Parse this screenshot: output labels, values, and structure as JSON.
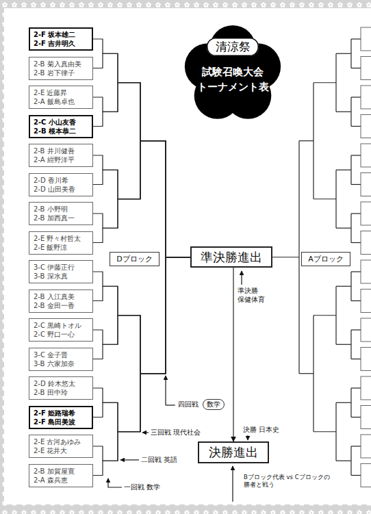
{
  "diagram": {
    "nodes": [
      {
        "text": [
          "試験召喚大会",
          "トーナメント表"
        ]
      },
      {
        "text": [
          "清涼祭"
        ],
        "in": 0
      },
      {
        "text": [
          "2-F 坂本雄二",
          "2-F 吉井明久"
        ]
      },
      {
        "text": [
          "2-B 菊入真由美",
          "2-B 岩下律子"
        ]
      },
      {
        "text": [
          "2-E 近藤昇",
          "2-A 飯島卓也"
        ]
      },
      {
        "text": [
          "2-C 小山友香",
          "2-B 根本恭二"
        ]
      },
      {
        "text": [
          "2-B 井川健吾",
          "2-A 紺野洋平"
        ]
      },
      {
        "text": [
          "2-D 香川希",
          "2-D 山田美香"
        ]
      },
      {
        "text": [
          "2-B 小野明",
          "2-B 加西真一"
        ]
      },
      {
        "text": [
          "2-E 野々村哲太",
          "2-E 飯野涼"
        ]
      },
      {
        "text": [
          "3-C 伊藤正行",
          "3-B 深水真"
        ]
      },
      {
        "text": [
          "2-B 入江真美",
          "2-B 金田一香"
        ]
      },
      {
        "text": [
          "2-C 黒崎トオル",
          "2-C 野口一心"
        ]
      },
      {
        "text": [
          "3-C 金子晋",
          "3-B 六家加奈"
        ]
      },
      {
        "text": [
          "2-D 鈴木悠太",
          "2-B 田中玲"
        ]
      },
      {
        "text": [
          "2-F 姫路瑞希",
          "2-F 島田美波"
        ]
      },
      {
        "text": [
          "2-E 古河あゆみ",
          "2-E 花井大"
        ]
      },
      {
        "text": [
          "2-B 加賀屋寛",
          "2-A 森兵恵"
        ]
      },
      {
        "text": [
          "Dブロック"
        ]
      },
      {
        "text": [
          "準決勝進出"
        ]
      },
      {
        "text": [
          "Aブロック"
        ]
      },
      {
        "text": [
          "数学"
        ]
      },
      {
        "text": [
          "決勝進出"
        ]
      }
    ],
    "edges": [
      {
        "from": 2,
        "to": 19,
        "arrow": "none"
      },
      {
        "from": 3,
        "to": 19,
        "arrow": "none"
      },
      {
        "from": 4,
        "to": 19,
        "arrow": "none"
      },
      {
        "from": 5,
        "to": 19,
        "arrow": "none"
      },
      {
        "from": 6,
        "to": 19,
        "arrow": "none"
      },
      {
        "from": 7,
        "to": 19,
        "arrow": "none"
      },
      {
        "from": 8,
        "to": 19,
        "arrow": "none"
      },
      {
        "from": 9,
        "to": 19,
        "arrow": "none"
      },
      {
        "from": 10,
        "to": 19,
        "arrow": "none"
      },
      {
        "from": 11,
        "to": 19,
        "arrow": "none"
      },
      {
        "from": 12,
        "to": 19,
        "arrow": "none"
      },
      {
        "from": 13,
        "to": 19,
        "arrow": "none"
      },
      {
        "from": 14,
        "to": 19,
        "arrow": "none"
      },
      {
        "from": 15,
        "to": 19,
        "arrow": "none"
      },
      {
        "from": 16,
        "to": 19,
        "arrow": "none"
      },
      {
        "from": 17,
        "to": 19,
        "arrow": "none"
      },
      {
        "from": 19,
        "to": 22,
        "arrow": "to"
      }
    ],
    "labels": [
      "準決勝 保健体育",
      "四回戦",
      "三回戦 現代社会",
      "決勝 日本史",
      "二回戦 英語",
      "一回戦 数学",
      "Bブロック代表 vs Cブロックの勝者と戦う"
    ]
  }
}
